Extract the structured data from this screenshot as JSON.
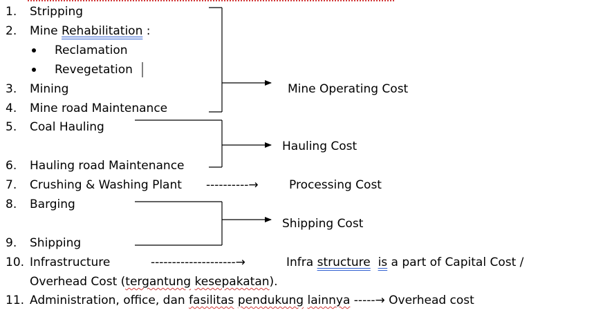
{
  "items": [
    {
      "num": "1.",
      "text": "Stripping"
    },
    {
      "num": "2.",
      "text_a": "Mine ",
      "text_b": "Rehabilitation",
      "text_c": " :"
    },
    {
      "bullet": "Reclamation"
    },
    {
      "bullet": "Revegetation"
    },
    {
      "num": "3.",
      "text": "Mining"
    },
    {
      "num": "4.",
      "text": "Mine road Maintenance"
    },
    {
      "num": "5.",
      "text": "Coal Hauling"
    },
    {
      "num": "6.",
      "text": "Hauling road Maintenance"
    },
    {
      "num": "7.",
      "text": "Crushing & Washing Plant",
      "arrow": "----------→",
      "target": "Processing Cost"
    },
    {
      "num": "8.",
      "text": "Barging"
    },
    {
      "num": "9.",
      "text": "Shipping"
    },
    {
      "num": "10.",
      "text": "Infrastructure",
      "arrow": "--------------------→",
      "t1": "Infra ",
      "t2": "structure",
      "t3": "  ",
      "t4": "is",
      "t5": " a part of Capital Cost /",
      "line2_a": "Overhead Cost (",
      "line2_b": "tergantung",
      "line2_c": " ",
      "line2_d": "kesepakatan",
      "line2_e": ")."
    },
    {
      "num": "11.",
      "a": "Administration, office, dan ",
      "b": "fasilitas",
      "c": " ",
      "d": "pendukung",
      "e": " ",
      "f": "lainnya",
      "arrow": " -----→",
      "target": " Overhead cost"
    }
  ],
  "groups": {
    "mine_operating": "Mine Operating Cost",
    "hauling": "Hauling Cost",
    "shipping": "Shipping Cost"
  },
  "colors": {
    "spell_underline": "#d23a3a",
    "grammar_underline": "#2f5fd0"
  }
}
